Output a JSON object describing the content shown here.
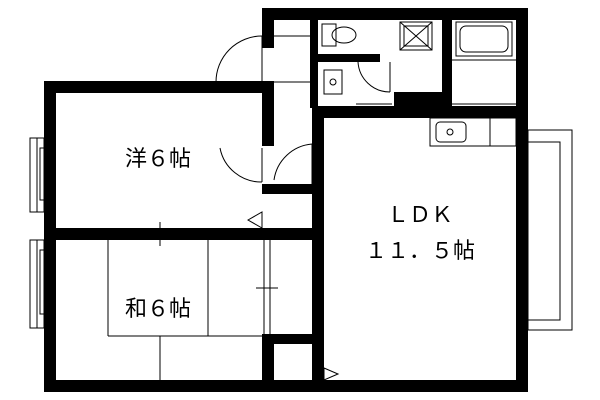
{
  "rooms": {
    "western": {
      "label": "洋６帖"
    },
    "japanese": {
      "label": "和６帖"
    },
    "ldk": {
      "name": "ＬＤＫ",
      "size": "１１．５帖"
    }
  },
  "colors": {
    "wall": "#000000",
    "line": "#000000",
    "background": "#ffffff"
  }
}
